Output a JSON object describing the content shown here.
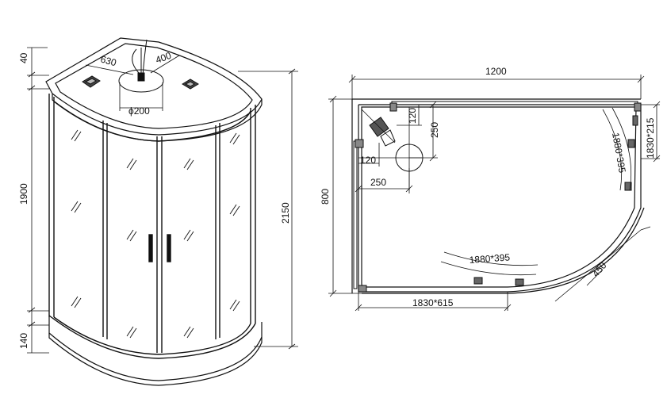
{
  "left_view": {
    "dims": {
      "top_cap": "40",
      "height_main": "1900",
      "base": "140",
      "total_height": "2150",
      "depth_a": "630",
      "depth_b": "400",
      "diameter": "ϕ200"
    }
  },
  "right_view": {
    "dims": {
      "width": "1200",
      "depth": "800",
      "offset_y": "250",
      "offset_x": "250",
      "small_a": "120",
      "small_b": "120",
      "side_panel": "1830*215",
      "front_panel": "1830*615",
      "curved_glass_right": "1880*395",
      "curved_glass_bottom": "1880*395",
      "radius": "450"
    }
  }
}
